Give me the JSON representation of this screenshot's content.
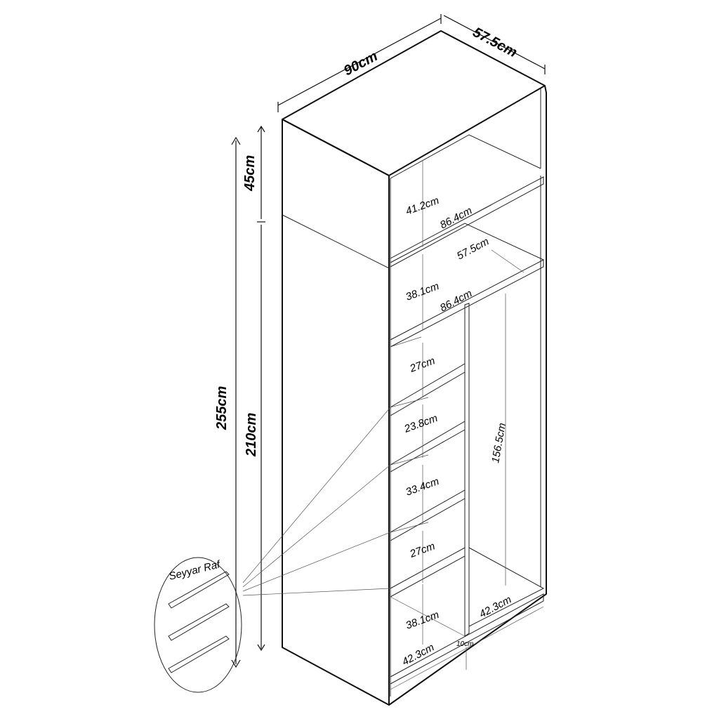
{
  "dimensions": {
    "width_top": "90cm",
    "depth_top": "57.5cm",
    "total_height": "255cm",
    "top_box_height": "45cm",
    "body_height": "210cm"
  },
  "inner": {
    "top_compartment_height": "41.2cm",
    "top_shelf_width": "86.4cm",
    "shelf_depth": "57.5cm",
    "upper_compartment_height": "38.1cm",
    "mid_shelf_width": "86.4cm",
    "hanging_height": "156.5cm",
    "shelf_heights": [
      "27cm",
      "23.8cm",
      "33.4cm",
      "27cm"
    ],
    "bottom_left_height": "38.1cm",
    "bottom_left_width": "42.3cm",
    "bottom_right_width": "42.3cm",
    "plinth_height": "10cm"
  },
  "detail": {
    "title": "Seyyar Raf"
  }
}
